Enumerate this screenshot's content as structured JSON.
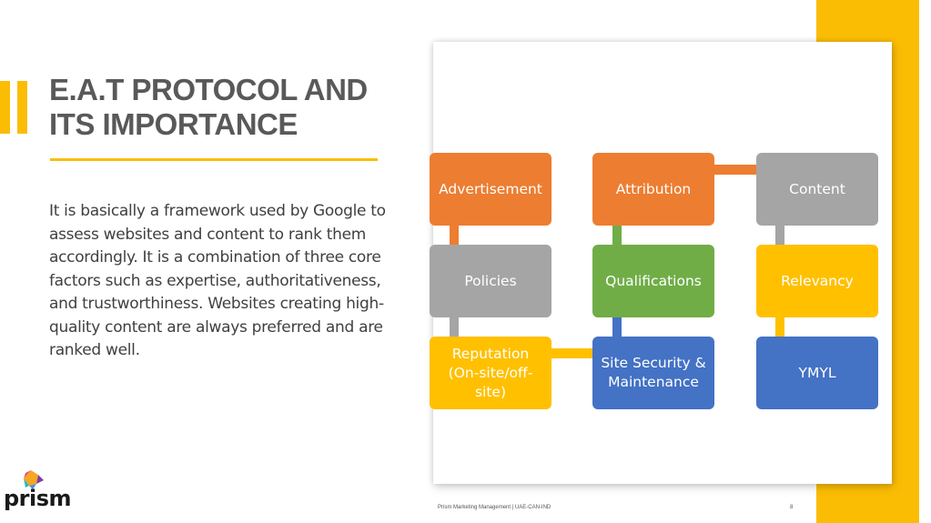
{
  "slide": {
    "title": "E.A.T PROTOCOL AND\nITS IMPORTANCE",
    "body": "It is basically a framework used by Google to assess websites and content to rank them accordingly. It is a combination of three core factors such as expertise, authoritativeness, and trustworthiness. Websites creating high-quality content are always preferred and are ranked well.",
    "footer": "Prism Marketing Management | UAE-CAN-IND",
    "page_number": "8",
    "logo_text": "prism"
  },
  "diagram": {
    "boxes": [
      {
        "id": "advertisement",
        "label": "Advertisement",
        "color": "#ed7d31"
      },
      {
        "id": "attribution",
        "label": "Attribution",
        "color": "#ed7d31"
      },
      {
        "id": "content",
        "label": "Content",
        "color": "#a5a5a5"
      },
      {
        "id": "policies",
        "label": "Policies",
        "color": "#a5a5a5"
      },
      {
        "id": "qualifications",
        "label": "Qualifications",
        "color": "#70ad47"
      },
      {
        "id": "relevancy",
        "label": "Relevancy",
        "color": "#ffc000"
      },
      {
        "id": "reputation",
        "label": "Reputation\n(On-site/off-\nsite)",
        "color": "#ffc000"
      },
      {
        "id": "site-security",
        "label": "Site Security &\nMaintenance",
        "color": "#4472c4"
      },
      {
        "id": "ymyl",
        "label": "YMYL",
        "color": "#4472c4"
      }
    ],
    "connectors": [
      {
        "from": "advertisement",
        "to": "policies",
        "color": "#ed7d31"
      },
      {
        "from": "attribution",
        "to": "qualifications",
        "color": "#70ad47"
      },
      {
        "from": "content",
        "to": "relevancy",
        "color": "#a5a5a5"
      },
      {
        "from": "policies",
        "to": "reputation",
        "color": "#a5a5a5"
      },
      {
        "from": "qualifications",
        "to": "site-security",
        "color": "#4472c4"
      },
      {
        "from": "relevancy",
        "to": "ymyl",
        "color": "#ffc000"
      },
      {
        "from": "attribution",
        "to": "content",
        "color": "#ed7d31"
      },
      {
        "from": "reputation",
        "to": "site-security",
        "color": "#ffc000"
      }
    ]
  },
  "colors": {
    "accent": "#fbbd04",
    "title": "#595959",
    "body": "#404040"
  }
}
